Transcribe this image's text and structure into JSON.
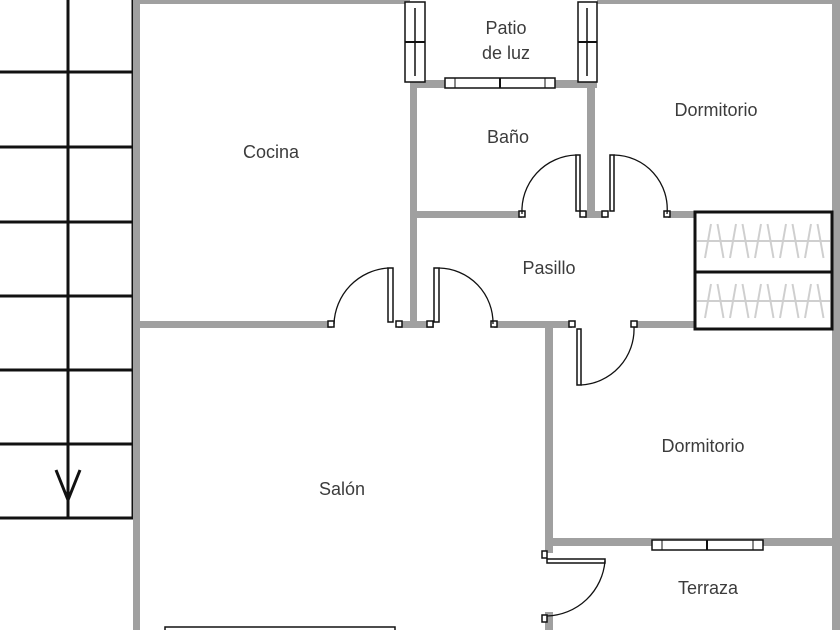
{
  "title": "Floor plan",
  "rooms": {
    "patio": [
      "Patio",
      "de luz"
    ],
    "dormitorio_1": "Dormitorio",
    "cocina": "Cocina",
    "bano": "Baño",
    "pasillo": "Pasillo",
    "dormitorio_2": "Dormitorio",
    "salon": "Salón",
    "terraza": "Terraza"
  },
  "colors": {
    "wall": "#a0a0a0",
    "line": "#111111",
    "text": "#3c3c3c"
  }
}
